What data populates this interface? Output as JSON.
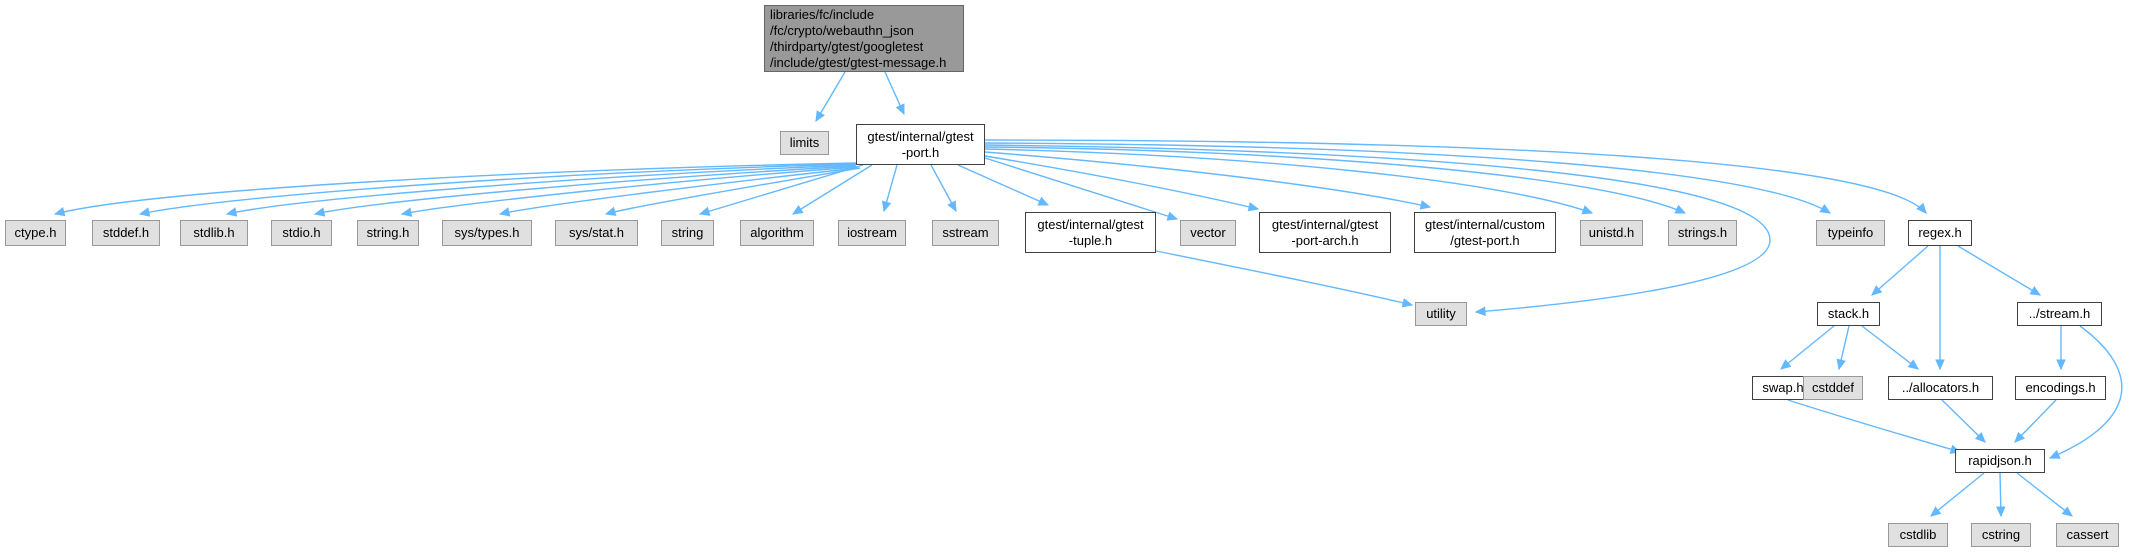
{
  "colors": {
    "edge": "#63b8ff",
    "root_fill": "#999999",
    "system_header_fill": "#e0e0e0",
    "local_header_fill": "#ffffff"
  },
  "nodes": {
    "root": "libraries/fc/include\n/fc/crypto/webauthn_json\n/thirdparty/gtest/googletest\n/include/gtest/gtest-message.h",
    "limits": "limits",
    "gtest_port": "gtest/internal/gtest\n-port.h",
    "ctype": "ctype.h",
    "stddef": "stddef.h",
    "stdlib": "stdlib.h",
    "stdio": "stdio.h",
    "string_h": "string.h",
    "sys_types": "sys/types.h",
    "sys_stat": "sys/stat.h",
    "string": "string",
    "algorithm": "algorithm",
    "iostream": "iostream",
    "sstream": "sstream",
    "gtest_tuple": "gtest/internal/gtest\n-tuple.h",
    "vector": "vector",
    "gtest_port_arch": "gtest/internal/gtest\n-port-arch.h",
    "custom_gtest_port": "gtest/internal/custom\n/gtest-port.h",
    "unistd": "unistd.h",
    "strings": "strings.h",
    "typeinfo": "typeinfo",
    "regex": "regex.h",
    "utility": "utility",
    "stack": "stack.h",
    "stream": "../stream.h",
    "swap": "swap.h",
    "cstddef": "cstddef",
    "allocators": "../allocators.h",
    "encodings": "encodings.h",
    "rapidjson": "rapidjson.h",
    "cstdlib": "cstdlib",
    "cstring": "cstring",
    "cassert": "cassert"
  }
}
